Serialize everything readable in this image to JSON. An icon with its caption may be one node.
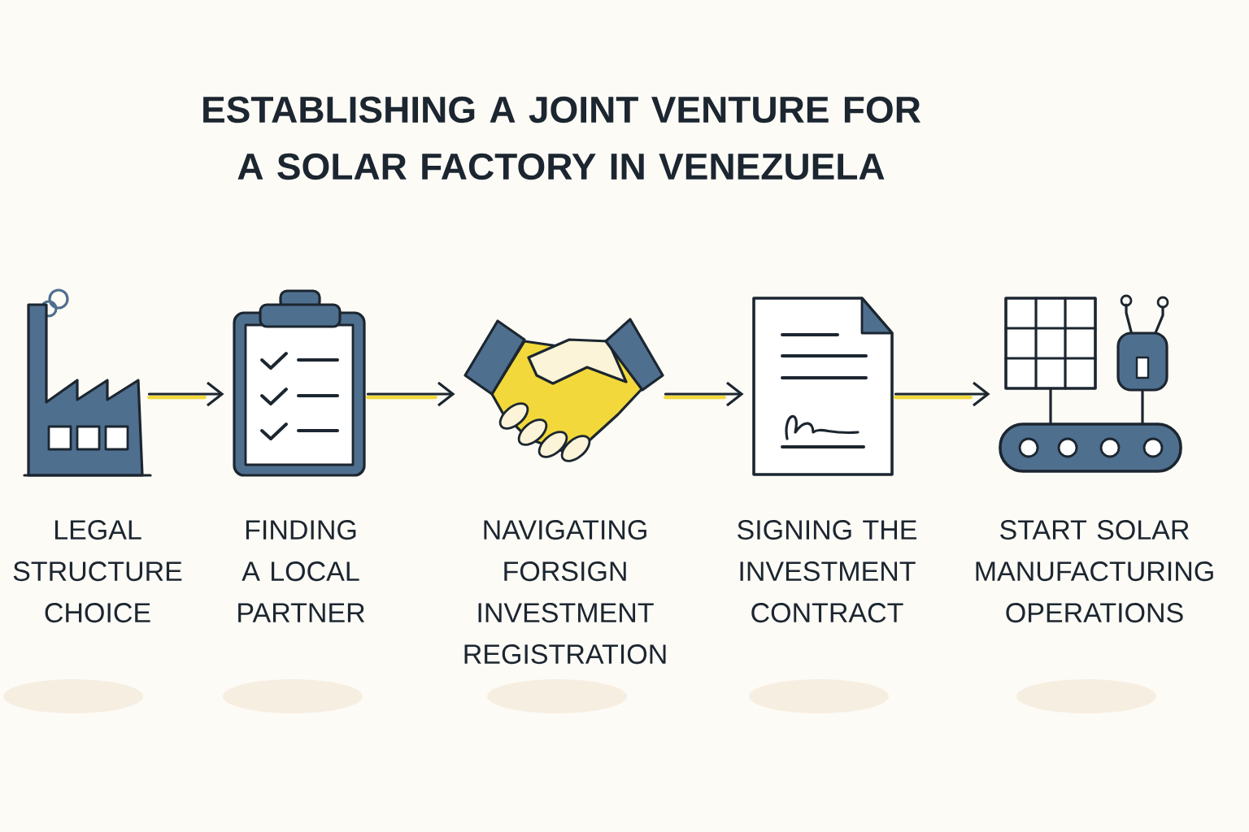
{
  "diagram": {
    "title": "ESTABLISHING A JOINT VENTURE FOR A SOLAR FACTORY IN VENEZUELA",
    "nodes": [
      {
        "text": [],
        "shape": "picture",
        "beside": [
          "LEGAL STRUCTURE CHOICE"
        ]
      },
      {
        "text": [],
        "shape": "picture",
        "beside": [
          "FINDING A LOCAL PARTNER"
        ]
      },
      {
        "text": [],
        "shape": "picture",
        "beside": [
          "NAVIGATING FORSIGN INVESTMENT REGISTRATION"
        ]
      },
      {
        "text": [],
        "shape": "picture",
        "beside": [
          "SIGNING THE INVESTMENT CONTRACT"
        ]
      },
      {
        "text": [],
        "shape": "picture",
        "beside": [
          "START SOLAR MANUFACTURING OPERATIONS"
        ]
      }
    ],
    "edges": [
      {
        "from": 0,
        "to": 1,
        "arrow": "to"
      },
      {
        "from": 1,
        "to": 2,
        "arrow": "to"
      },
      {
        "from": 2,
        "to": 3,
        "arrow": "to"
      },
      {
        "from": 3,
        "to": 4,
        "arrow": "to"
      }
    ]
  }
}
